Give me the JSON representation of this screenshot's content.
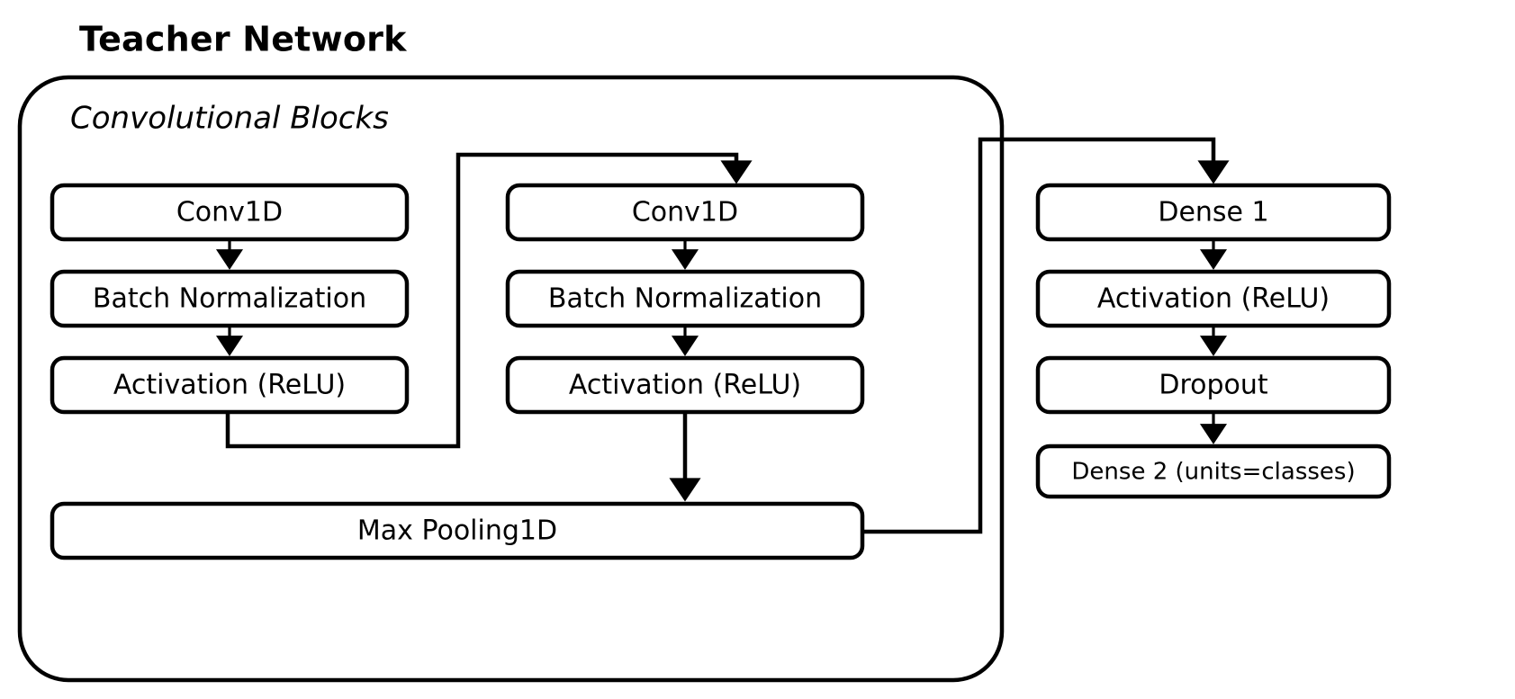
{
  "diagram": {
    "title": "Teacher Network",
    "group_label": "Convolutional Blocks",
    "type": "flowchart",
    "orientation": "left-to-right",
    "background_color": "#ffffff",
    "stroke_color": "#000000",
    "nodes": {
      "block1": [
        {
          "id": "conv1d_a",
          "label": "Conv1D"
        },
        {
          "id": "batchnorm_a",
          "label": "Batch Normalization"
        },
        {
          "id": "activation_a",
          "label": "Activation (ReLU)"
        }
      ],
      "block2": [
        {
          "id": "conv1d_b",
          "label": "Conv1D"
        },
        {
          "id": "batchnorm_b",
          "label": "Batch Normalization"
        },
        {
          "id": "activation_b",
          "label": "Activation (ReLU)"
        }
      ],
      "pooling": {
        "id": "maxpool",
        "label": "Max Pooling1D"
      },
      "head": [
        {
          "id": "dense1",
          "label": "Dense 1"
        },
        {
          "id": "activation_c",
          "label": "Activation (ReLU)"
        },
        {
          "id": "dropout",
          "label": "Dropout"
        },
        {
          "id": "dense2",
          "label": "Dense 2 (units=classes)"
        }
      ]
    },
    "edges": [
      {
        "from": "conv1d_a",
        "to": "batchnorm_a",
        "style": "straight-down"
      },
      {
        "from": "batchnorm_a",
        "to": "activation_a",
        "style": "straight-down"
      },
      {
        "from": "activation_a",
        "to": "conv1d_b",
        "style": "routed-u"
      },
      {
        "from": "conv1d_b",
        "to": "batchnorm_b",
        "style": "straight-down"
      },
      {
        "from": "batchnorm_b",
        "to": "activation_b",
        "style": "straight-down"
      },
      {
        "from": "activation_b",
        "to": "maxpool",
        "style": "straight-down"
      },
      {
        "from": "maxpool",
        "to": "dense1",
        "style": "routed-u"
      },
      {
        "from": "dense1",
        "to": "activation_c",
        "style": "straight-down"
      },
      {
        "from": "activation_c",
        "to": "dropout",
        "style": "straight-down"
      },
      {
        "from": "dropout",
        "to": "dense2",
        "style": "straight-down"
      }
    ]
  }
}
